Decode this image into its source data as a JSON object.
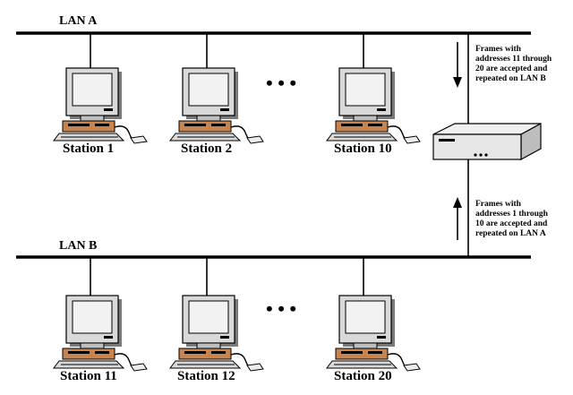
{
  "lan_a": {
    "label": "LAN A"
  },
  "lan_b": {
    "label": "LAN B"
  },
  "stations_a": [
    {
      "label": "Station 1"
    },
    {
      "label": "Station 2"
    },
    {
      "label": "Station 10"
    }
  ],
  "stations_b": [
    {
      "label": "Station 11"
    },
    {
      "label": "Station 12"
    },
    {
      "label": "Station 20"
    }
  ],
  "ellipsis": "• • •",
  "bridge": {
    "note_to_b": [
      "Frames with",
      "addresses 11 through",
      "20 are accepted and",
      "repeated on LAN B"
    ],
    "note_to_a": [
      "Frames with",
      "addresses 1 through",
      "10 are accepted and",
      "repeated on LAN A"
    ]
  },
  "colors": {
    "line": "#000000",
    "computer_body": "#d9d9d9",
    "screen": "#f2f2f2",
    "keyboard_accent": "#c8844e",
    "bridge_top": "#f0f0f0",
    "bridge_side": "#bdbdbd"
  }
}
